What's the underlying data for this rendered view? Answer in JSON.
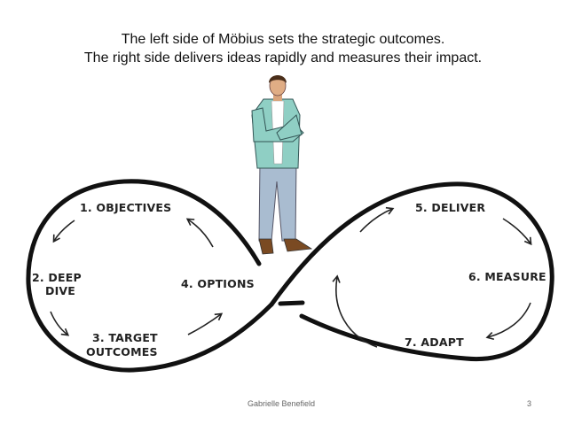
{
  "slide": {
    "title_lines": [
      "The left side of Möbius sets the strategic outcomes.",
      "The right side delivers ideas rapidly and measures their impact."
    ],
    "footer_author": "Gabrielle Benefield",
    "page_number": "3"
  },
  "diagram": {
    "steps": [
      {
        "label": "1. OBJECTIVES"
      },
      {
        "label_lines": [
          "2. DEEP",
          "DIVE"
        ]
      },
      {
        "label_lines": [
          "3. TARGET",
          "OUTCOMES"
        ]
      },
      {
        "label": "4. OPTIONS"
      },
      {
        "label": "5. DELIVER"
      },
      {
        "label": "6. MEASURE"
      },
      {
        "label": "7. ADAPT"
      }
    ],
    "colors": {
      "line": "#111111",
      "shirt": "#8fcfc4",
      "jeans": "#a9bcd0",
      "shoes": "#7a4a22"
    }
  }
}
